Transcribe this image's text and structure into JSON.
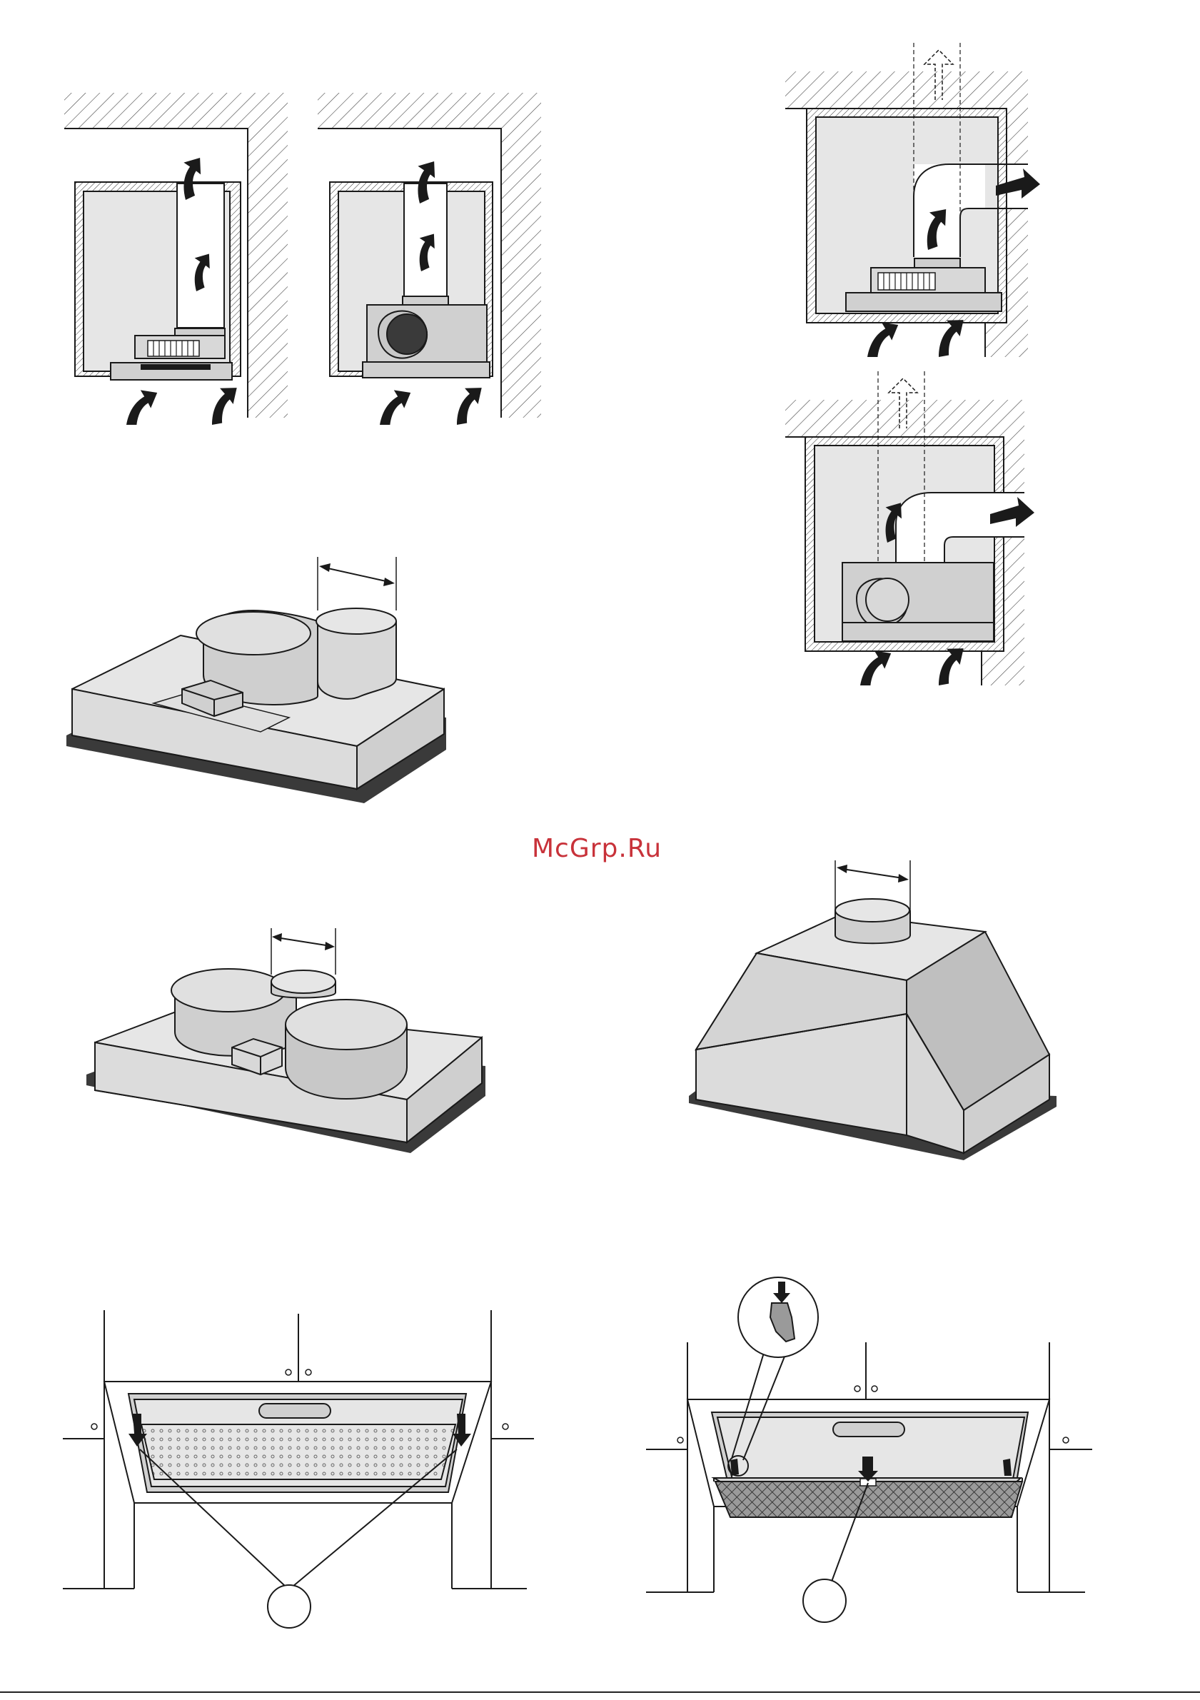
{
  "watermark": {
    "text": "McGrp.Ru",
    "color": "#c8323a"
  },
  "figures": [
    {
      "id": "duct-section-small-motor"
    },
    {
      "id": "duct-section-large-blower"
    },
    {
      "id": "duct-section-side-exit-small-motor"
    },
    {
      "id": "duct-section-side-exit-large-blower"
    },
    {
      "id": "hood-insert-single-outlet"
    },
    {
      "id": "hood-insert-double-blower"
    },
    {
      "id": "hood-canopy-round-outlet"
    },
    {
      "id": "grease-filter-removal-aluminium"
    },
    {
      "id": "grease-filter-removal-charcoal"
    }
  ],
  "callouts": [
    {
      "label": ""
    },
    {
      "label": ""
    }
  ],
  "colors": {
    "ink": "#1a1a1a",
    "panel": "#e6e6e6",
    "panel_dark": "#bfbfbf",
    "fan_dark": "#3a3a3a"
  }
}
